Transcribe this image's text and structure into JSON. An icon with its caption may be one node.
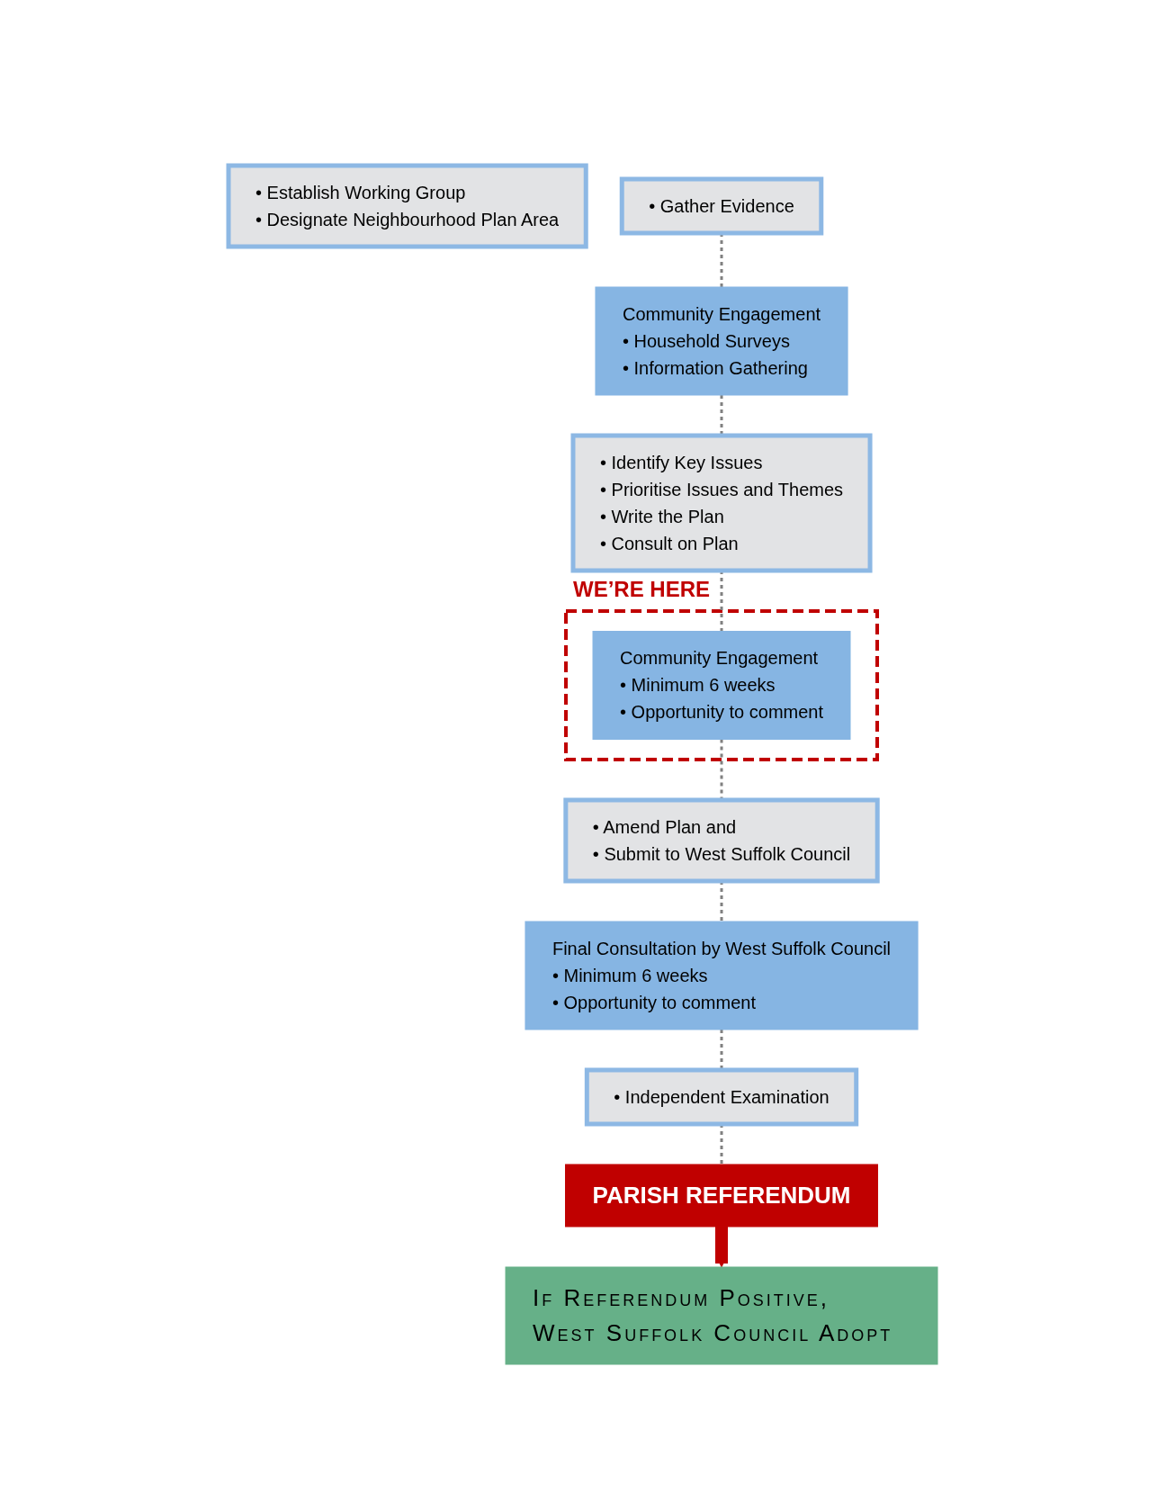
{
  "diagram": {
    "nodes": [
      {
        "text": [
          "• Establish  Working Group",
          "• Designate Neighbourhood Plan Area"
        ]
      },
      {
        "text": [
          "• Gather Evidence"
        ]
      },
      {
        "text": [
          "Community Engagement",
          "• Household Surveys",
          "• Information Gathering"
        ]
      },
      {
        "text": [
          "WE’RE HERE"
        ]
      },
      {
        "text": [
          "Community Engagement",
          "• Minimum 6 weeks",
          "• Opportunity to comment"
        ],
        "in": 3
      },
      {
        "text": [
          "• Identify Key Issues",
          "• Prioritise Issues and Themes",
          "• Write the Plan",
          "• Consult on Plan"
        ]
      },
      {
        "text": [
          "• Amend Plan and",
          "• Submit to West Suffolk Council"
        ]
      },
      {
        "text": [
          "Final Consultation by West Suffolk Council",
          "• Minimum 6 weeks",
          "• Opportunity to comment"
        ]
      },
      {
        "text": [
          "• Independent Examination"
        ]
      },
      {
        "text": [
          "PARISH REFERENDUM"
        ]
      },
      {
        "text": [
          "If Referendum Positive, West Suffolk Council Adopt"
        ]
      }
    ],
    "edges": [
      {
        "from": 1,
        "to": 2,
        "arrow": "none",
        "style": "dashed",
        "color": "#808080"
      },
      {
        "from": 2,
        "to": 5,
        "arrow": "none",
        "style": "dashed",
        "color": "#808080"
      },
      {
        "from": 5,
        "to": 4,
        "arrow": "none",
        "style": "dashed",
        "color": "#808080"
      },
      {
        "from": 4,
        "to": 6,
        "arrow": "none",
        "style": "dashed",
        "color": "#808080"
      },
      {
        "from": 6,
        "to": 7,
        "arrow": "none",
        "style": "dashed",
        "color": "#808080"
      },
      {
        "from": 7,
        "to": 8,
        "arrow": "none",
        "style": "dashed",
        "color": "#808080"
      },
      {
        "from": 8,
        "to": 9,
        "arrow": "none",
        "style": "dashed",
        "color": "#808080"
      },
      {
        "from": 9,
        "to": 10,
        "arrow": "to",
        "style": "thick",
        "color": "#c00000"
      }
    ]
  }
}
